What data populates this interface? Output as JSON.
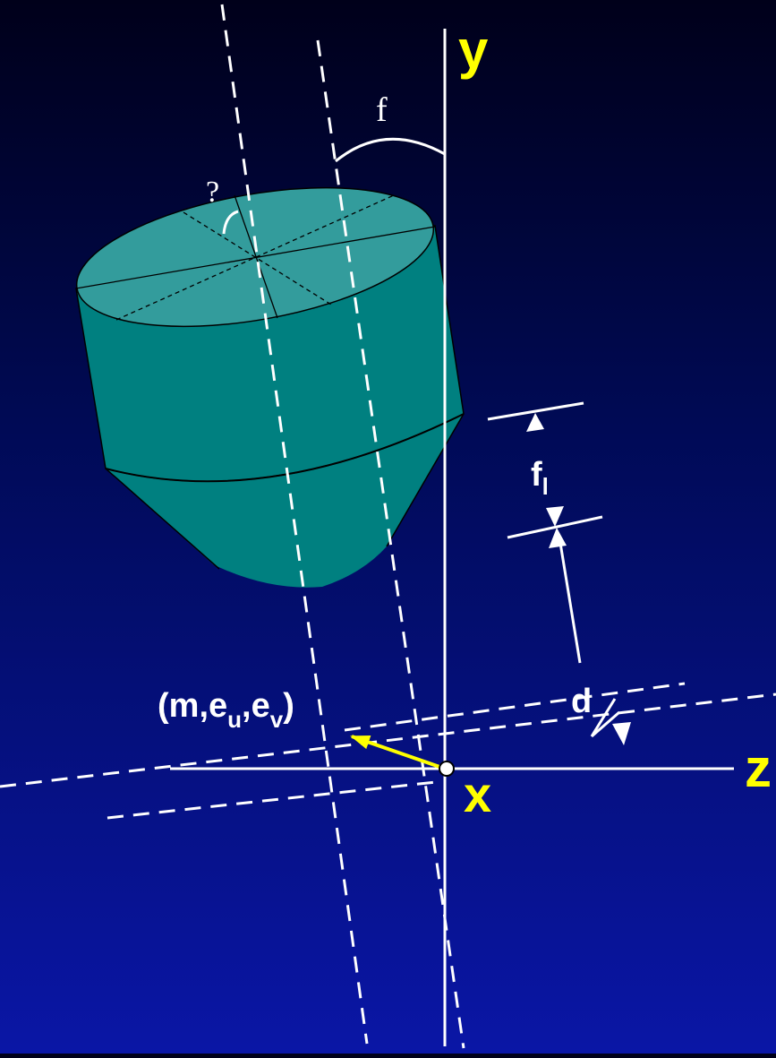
{
  "labels": {
    "y_axis": "y",
    "z_axis": "z",
    "x_origin": "x",
    "phi": "f",
    "psi": "?",
    "fl_main": "f",
    "fl_sub": "l",
    "d": "d",
    "params": {
      "open": "(m,e",
      "u": "u",
      "comma": ",e",
      "v": "v",
      "close": ")"
    }
  },
  "colors": {
    "background_top": "#00001a",
    "background_bottom": "#0a16a6",
    "detector_side": "#008080",
    "detector_top": "#339c9c",
    "axes": "#ffffff",
    "highlight": "#ffff00"
  }
}
